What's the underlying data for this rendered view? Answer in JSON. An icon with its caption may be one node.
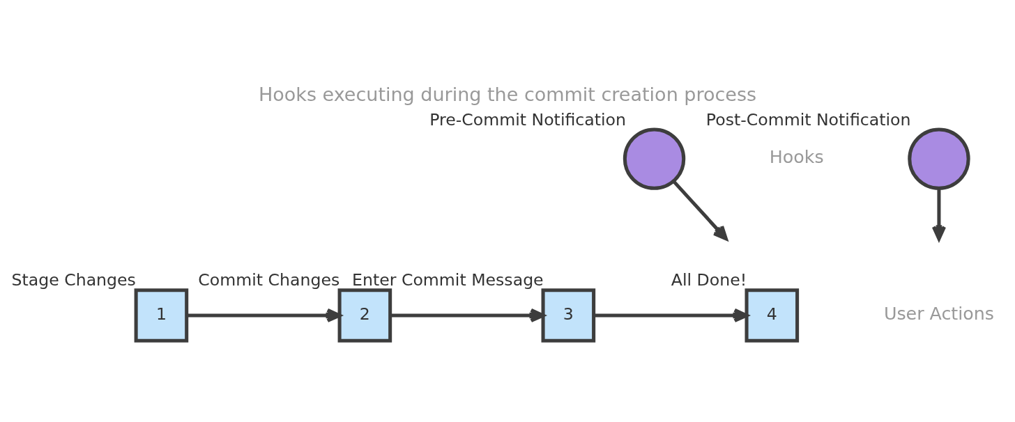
{
  "diagram": {
    "title": "Hooks executing during the commit creation process",
    "nodes": [
      {
        "text": [
          "1"
        ],
        "beside": [
          "Stage Changes"
        ]
      },
      {
        "text": [
          "2"
        ],
        "beside": [
          "Commit Changes"
        ]
      },
      {
        "text": [
          "3"
        ],
        "beside": [
          "Enter Commit Message"
        ]
      },
      {
        "text": [
          "4"
        ],
        "beside": [
          "All Done!"
        ]
      },
      {
        "text": [],
        "shape": "circle",
        "beside": [
          "Pre-Commit Notification"
        ]
      },
      {
        "text": [],
        "shape": "circle",
        "beside": [
          "Post-Commit Notification"
        ]
      }
    ],
    "edges": [
      {
        "from": 0,
        "to": 1,
        "arrow": "to"
      },
      {
        "from": 1,
        "to": 2,
        "arrow": "to"
      },
      {
        "from": 2,
        "to": 3,
        "arrow": "to"
      },
      {
        "from": 4,
        "to": null,
        "arrow": "to"
      },
      {
        "from": 5,
        "to": null,
        "arrow": "to"
      }
    ],
    "labels": [
      "Hooks",
      "User Actions"
    ]
  }
}
